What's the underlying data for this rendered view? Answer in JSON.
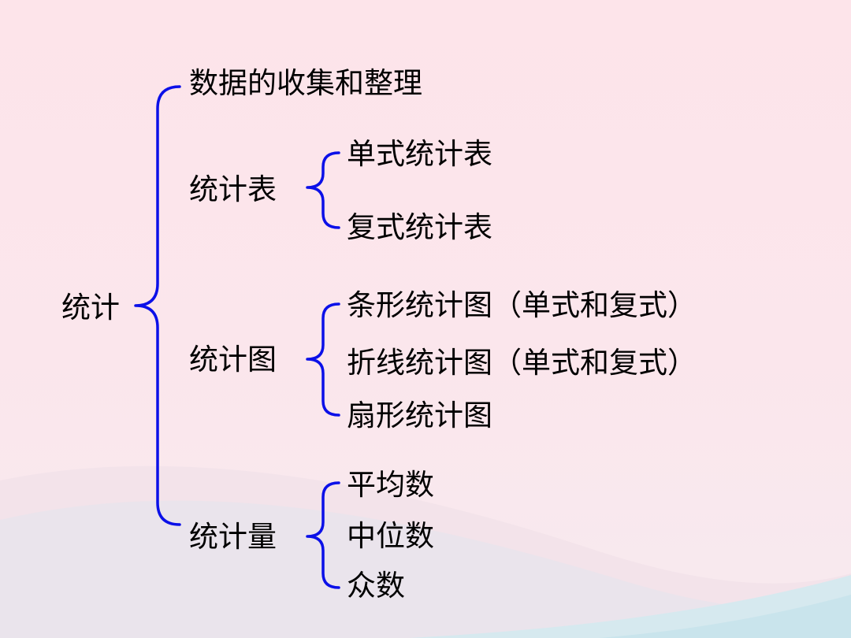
{
  "root": {
    "label": "统计"
  },
  "children": [
    {
      "label": "数据的收集和整理"
    },
    {
      "label": "统计表",
      "children": [
        {
          "label": "单式统计表"
        },
        {
          "label": "复式统计表"
        }
      ]
    },
    {
      "label": "统计图",
      "children": [
        {
          "label": "条形统计图（单式和复式）"
        },
        {
          "label": "折线统计图（单式和复式）"
        },
        {
          "label": "扇形统计图"
        }
      ]
    },
    {
      "label": "统计量",
      "children": [
        {
          "label": "平均数"
        },
        {
          "label": "中位数"
        },
        {
          "label": "众数"
        }
      ]
    }
  ],
  "colors": {
    "bracket": "#0b10e8",
    "text": "#000000",
    "background": "#fde4ea",
    "wave": "#d6e9ef"
  }
}
